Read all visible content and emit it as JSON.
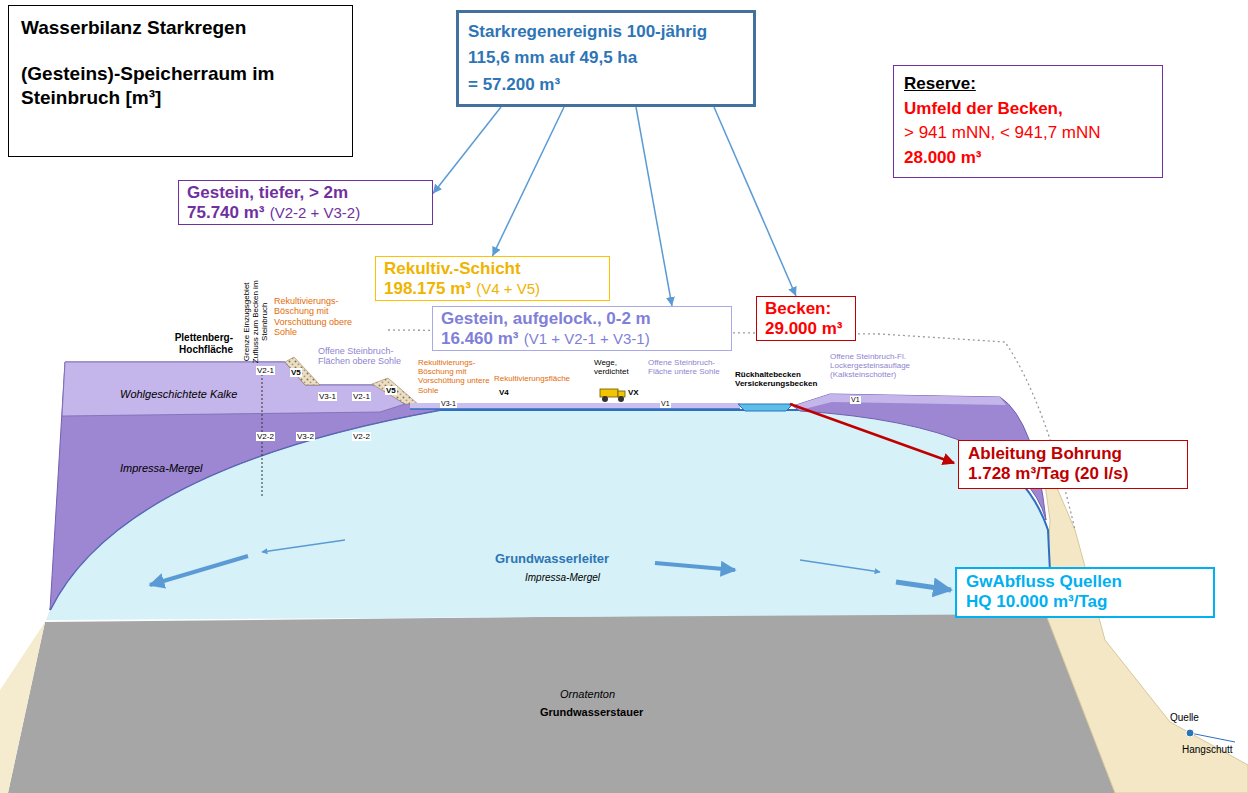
{
  "diagram": {
    "nodes": [
      {
        "text": [
          "Wasserbilanz Starkregen",
          "(Gesteins)-Speicherraum im Steinbruch [m³]"
        ]
      },
      {
        "text": [
          "Starkregenereignis 100-jährig",
          "115,6 mm auf 49,5 ha",
          "= 57.200 m³"
        ]
      },
      {
        "text": [
          "Reserve:",
          "Umfeld der Becken,",
          "> 941 mNN, < 941,7 mNN",
          "28.000 m³"
        ]
      },
      {
        "text": [
          "Gestein, tiefer, > 2m",
          "75.740 m³",
          "(V2-2 + V3-2)"
        ]
      },
      {
        "text": [
          "Rekultiv.-Schicht",
          "198.175 m³",
          "(V4 + V5)"
        ]
      },
      {
        "text": [
          "Gestein, aufgelock., 0-2 m",
          "16.460 m³",
          "(V1 + V2-1 + V3-1)"
        ]
      },
      {
        "text": [
          "Becken:",
          "29.000 m³"
        ]
      },
      {
        "text": [
          "Ableitung Bohrung",
          "1.728 m³/Tag (20 l/s)"
        ]
      },
      {
        "text": [
          "GwAbfluss Quellen",
          "HQ 10.000 m³/Tag"
        ]
      }
    ],
    "edges": [
      {
        "from": 1,
        "to": 3,
        "arrow": "to"
      },
      {
        "from": 1,
        "to": 4,
        "arrow": "to"
      },
      {
        "from": 1,
        "to": 5,
        "arrow": "to"
      },
      {
        "from": 1,
        "to": 6,
        "arrow": "to"
      }
    ],
    "labels": [
      "Plettenberg-Hochfläche",
      "Grenze Einzugsgebiet Zufluss zum Becken im Steinbruch",
      "Rekultivierungs-Böschung mit Vorschüttung obere Sohle",
      "Offene Steinbruch-Flächen obere Sohle",
      "V2-1",
      "V5",
      "V3-1",
      "V2-1",
      "Wohlgeschichtete Kalke",
      "V2-2",
      "V3-2",
      "V2-2",
      "Impressa-Mergel",
      "Rekultivierungs-Böschung mit Vorschüttung untere Sohle",
      "V5",
      "Wege, verdichtet",
      "Rekultivierungsfläche",
      "V4",
      "VX",
      "V3-1",
      "V1",
      "Offene Steinbruch-Fläche untere Sohle",
      "Rückhaltebecken Versickerungsbecken",
      "Offene Steinbruch-Fl. Lockergesteinsauflage (Kalksteinschotter)",
      "V1",
      "Grundwasserleiter",
      "Impressa-Mergel",
      "Ornatenton",
      "Grundwasserstauer",
      "Quelle",
      "Hangschutt"
    ]
  }
}
